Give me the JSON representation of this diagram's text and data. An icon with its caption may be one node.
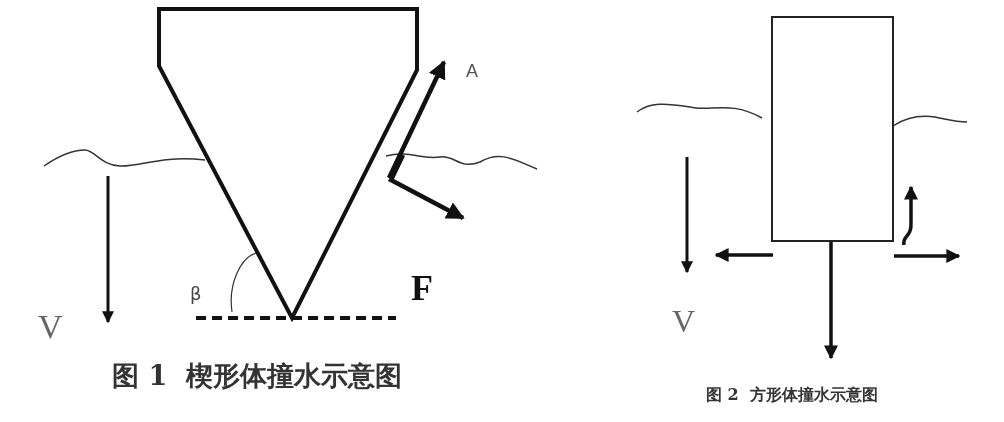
{
  "diagram": {
    "nodes": [
      {
        "text": [],
        "shape": "wedge"
      },
      {
        "text": [],
        "shape": "box"
      }
    ],
    "labels": [
      "A",
      "F",
      "β",
      "V",
      "图 1  楔形体撞水示意图",
      "V",
      "图 2  方形体撞水示意图"
    ]
  }
}
